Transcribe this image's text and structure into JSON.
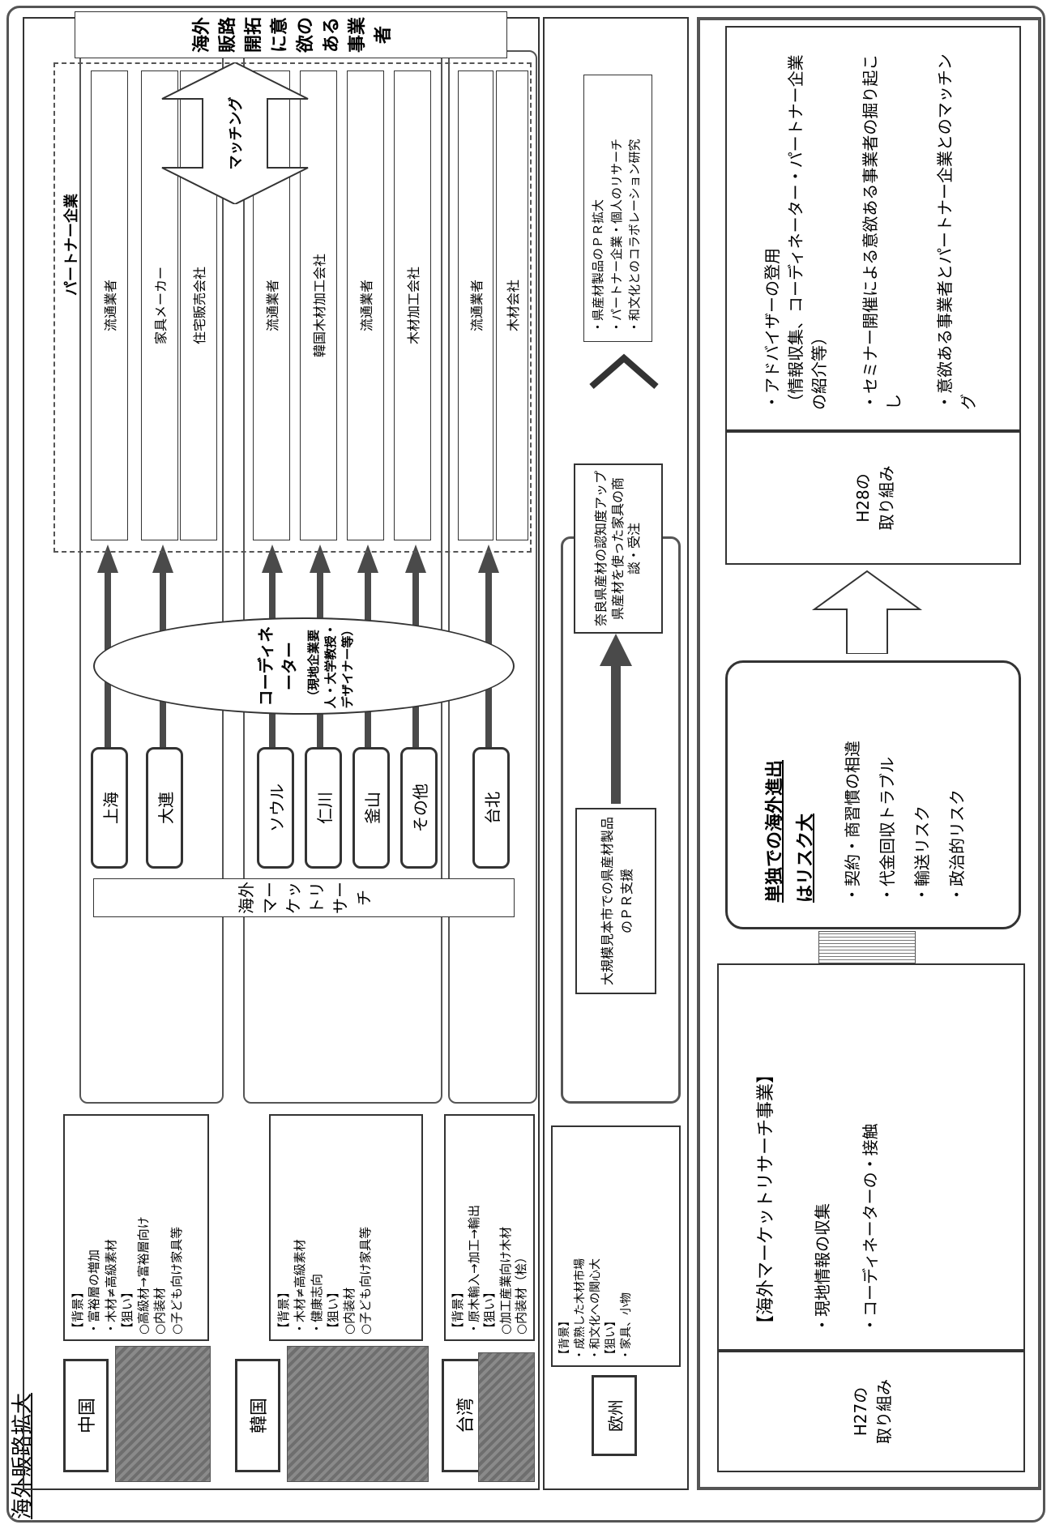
{
  "title": "海外販路拡大",
  "markets": [
    {
      "country": "中国",
      "text": "【背景】\n・富裕層の増加\n・木材≠高級素材\n【狙い】\n○高級材→富裕層向け\n○内装材\n○子ども向け家具等"
    },
    {
      "country": "韓国",
      "text": "【背景】\n・木材≠高級素材\n・健康志向\n【狙い】\n○内装材\n○子ども向け家具等"
    },
    {
      "country": "台湾",
      "text": "【背景】\n・原木輸入→加工→輸出\n【狙い】\n○加工産業向け木材\n○内装材（桧）"
    }
  ],
  "research_label": "海外マーケットリサーチ",
  "cities": [
    "上海",
    "大連",
    "ソウル",
    "仁川",
    "釜山",
    "その他",
    "台北"
  ],
  "coordinator": {
    "line1": "コーディネーター",
    "line2": "（現地企業要人・大学教授・デザイナー等）"
  },
  "partner_label": "パートナー企業",
  "partners": {
    "china": [
      "流通業者",
      "家具メーカー",
      "住宅販売会社"
    ],
    "korea": [
      "流通業者",
      "韓国木材加工会社",
      "流通業者",
      "木材加工会社"
    ],
    "taiwan": [
      "流通業者",
      "木材会社"
    ]
  },
  "matching_label": "マッチング",
  "top_label": "海外販路開拓に意欲のある事業者",
  "europe": {
    "label": "欧州",
    "text": "【背景】\n・成熟した木材市場\n・和文化への関心大\n【狙い】\n・家具、小物",
    "pr_support": "大規模見本市での県産材製品のＰＲ支援",
    "result": "奈良県産材の認知度アップ\n県産材を使った家具の商談・受注",
    "bullets": [
      "・県産材製品のＰＲ拡大",
      "・パートナー企業・個人のリサーチ",
      "・和文化とのコラボレーション研究"
    ]
  },
  "h27": {
    "label": "H27の\n取り組み",
    "heading": "【海外マーケットリサーチ事業】",
    "items": [
      "・現地情報の収集",
      "・コーディネーターの・接触"
    ]
  },
  "risk": {
    "title1": "単独での海外進出",
    "title2": "はリスク大",
    "items": [
      "・契約・商習慣の相違",
      "・代金回収トラブル",
      "・輸送リスク",
      "・政治的リスク"
    ]
  },
  "h28": {
    "label": "H28の\n取り組み",
    "items": [
      "・アドバイザーの登用\n（情報収集、コーディネーター・パートナー企業の紹介等）",
      "・セミナー開催による意欲ある事業者の掘り起こし",
      "・意欲ある事業者とパートナー企業とのマッチング"
    ]
  }
}
